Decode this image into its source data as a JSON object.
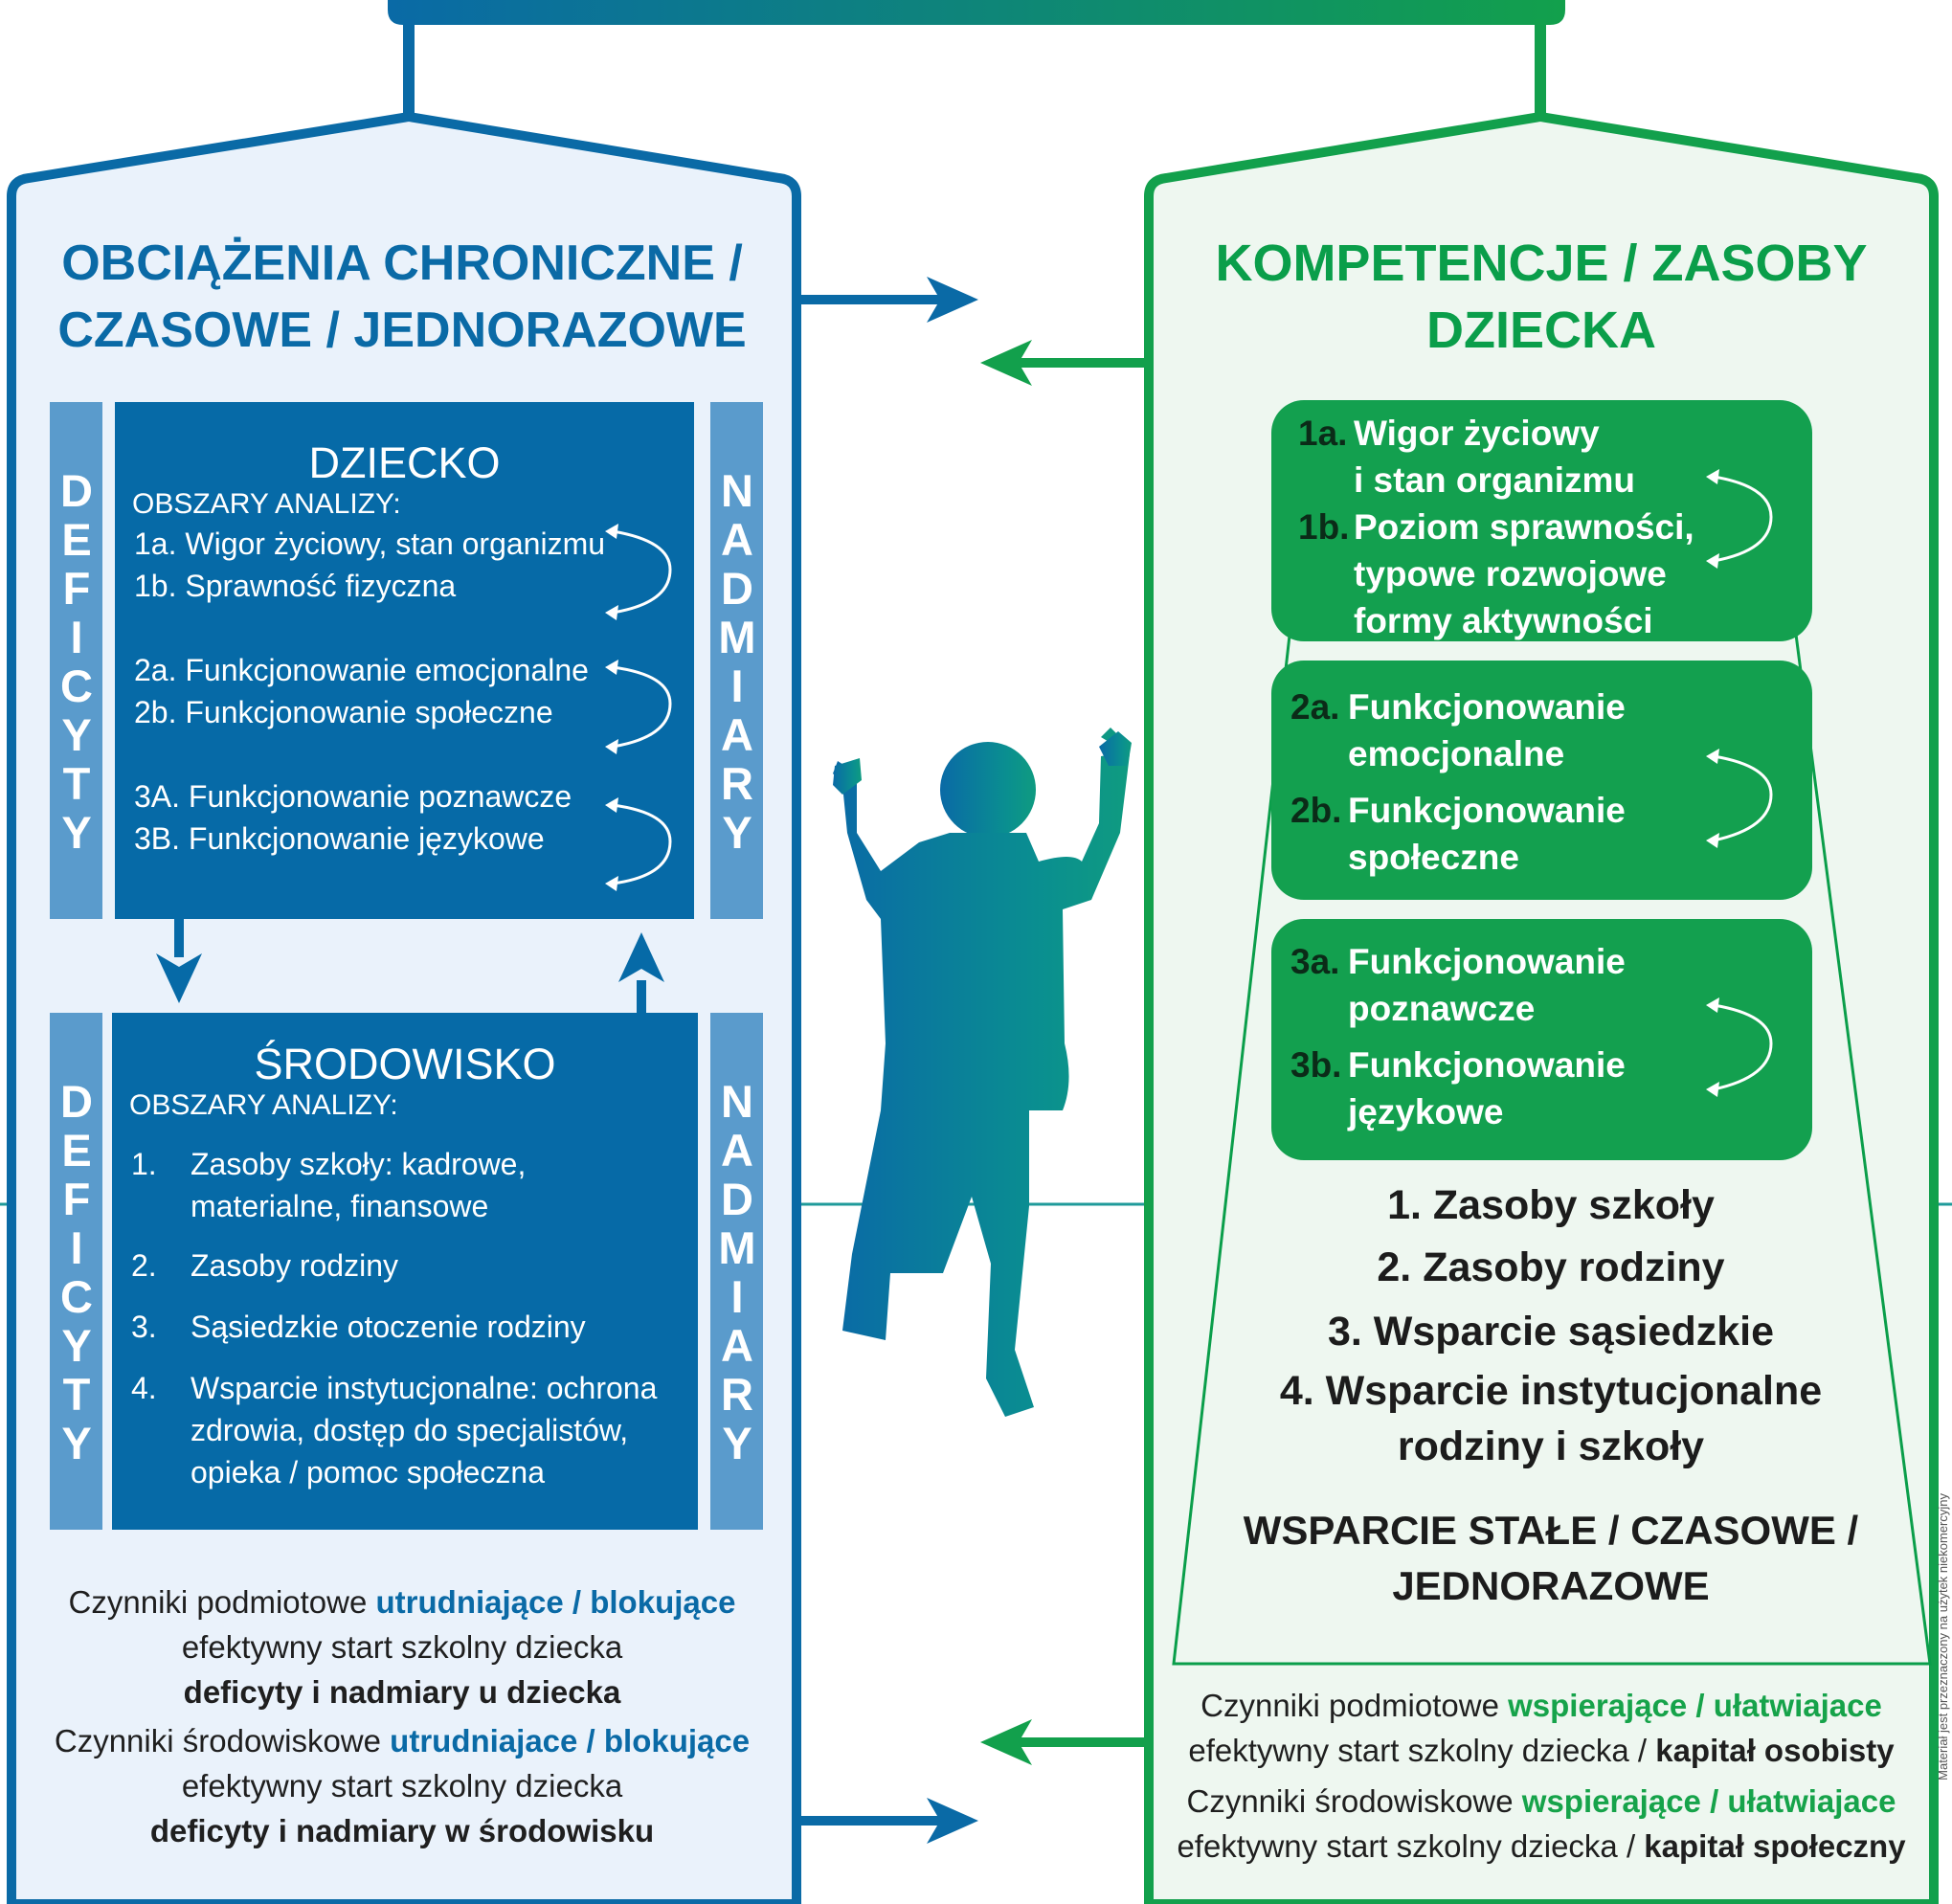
{
  "colors": {
    "blue": "#0a6aa6",
    "blue_box": "#066aa7",
    "blue_side": "#5a9bcc",
    "green": "#0a9e4a",
    "green_box": "#13a04f",
    "left_panel_bg": "#eaf2fb",
    "right_panel_bg": "#eef7f0"
  },
  "icons": [
    "arrow-right-icon",
    "arrow-left-icon",
    "arrow-down-icon",
    "arrow-up-icon",
    "cycle-arrow-icon",
    "child-silhouette-icon"
  ],
  "left_panel": {
    "title_line1": "OBCIĄŻENIA CHRONICZNE /",
    "title_line2": "CZASOWE / JEDNORAZOWE",
    "child_box": {
      "heading": "DZIECKO",
      "subheading": "OBSZARY ANALIZY:",
      "items": [
        "1a. Wigor życiowy, stan organizmu",
        "1b. Sprawność fizyczna",
        "2a. Funkcjonowanie emocjonalne",
        "2b. Funkcjonowanie społeczne",
        "3A. Funkcjonowanie poznawcze",
        "3B. Funkcjonowanie językowe"
      ]
    },
    "env_box": {
      "heading": "ŚRODOWISKO",
      "subheading": "OBSZARY ANALIZY:",
      "items": [
        {
          "num": "1.",
          "text": "Zasoby szkoły: kadrowe, materialne, finansowe"
        },
        {
          "num": "2.",
          "text": "Zasoby rodziny"
        },
        {
          "num": "3.",
          "text": "Sąsiedzkie otoczenie rodziny"
        },
        {
          "num": "4.",
          "text": "Wsparcie instytucjonalne: ochrona zdrowia, dostęp do specjalistów, opieka / pomoc społeczna"
        }
      ]
    },
    "side_left": "DEFICYTY",
    "side_right": "NADMIARY",
    "note1": {
      "pre": "Czynniki podmiotowe ",
      "hl": "utrudniające / blokujące",
      "line2": "efektywny start szkolny dziecka",
      "line3": "deficyty i nadmiary u dziecka"
    },
    "note2": {
      "pre": "Czynniki środowiskowe ",
      "hl": "utrudniajace / blokujące",
      "line2": "efektywny start szkolny dziecka",
      "line3": "deficyty i nadmiary w środowisku"
    }
  },
  "right_panel": {
    "title_line1": "KOMPETENCJE / ZASOBY",
    "title_line2": "DZIECKA",
    "box1": [
      {
        "num": "1a.",
        "text": "Wigor życiowy"
      },
      {
        "num": "",
        "text": "i stan organizmu"
      },
      {
        "num": "1b.",
        "text": "Poziom sprawności,"
      },
      {
        "num": "",
        "text": "typowe rozwojowe"
      },
      {
        "num": "",
        "text": "formy aktywności"
      }
    ],
    "box2": [
      {
        "num": "2a.",
        "text": "Funkcjonowanie"
      },
      {
        "num": "",
        "text": "emocjonalne"
      },
      {
        "num": "2b.",
        "text": "Funkcjonowanie"
      },
      {
        "num": "",
        "text": "społeczne"
      }
    ],
    "box3": [
      {
        "num": "3a.",
        "text": "Funkcjonowanie"
      },
      {
        "num": "",
        "text": "poznawcze"
      },
      {
        "num": "3b.",
        "text": "Funkcjonowanie"
      },
      {
        "num": "",
        "text": "językowe"
      }
    ],
    "resources": [
      "1. Zasoby szkoły",
      "2. Zasoby rodziny",
      "3. Wsparcie sąsiedzkie",
      "4. Wsparcie instytucjonalne",
      "rodziny i szkoły"
    ],
    "support_line1": "WSPARCIE STAŁE / CZASOWE /",
    "support_line2": "JEDNORAZOWE",
    "note1": {
      "pre": "Czynniki podmiotowe ",
      "hl": "wspierające / ułatwiajace",
      "line2_pre": "efektywny start szkolny dziecka / ",
      "line2_b": "kapitał osobisty"
    },
    "note2": {
      "pre": "Czynniki środowiskowe ",
      "hl": "wspierające / ułatwiajace",
      "line2_pre": "efektywny start szkolny dziecka / ",
      "line2_b": "kapitał społeczny"
    }
  },
  "footer_vertical": "Materiał jest przeznaczony na użytek niekomercyjny"
}
